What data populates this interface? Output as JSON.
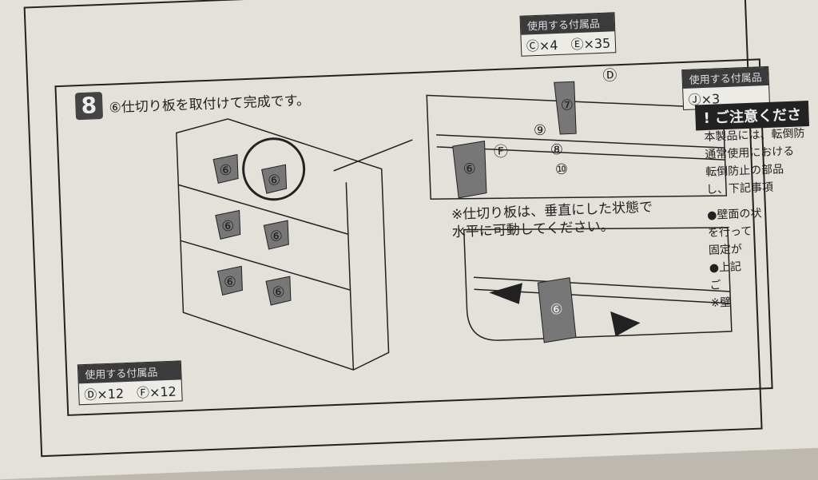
{
  "top_parts": {
    "header": "使用する付属品",
    "items": "Ⓒ×4　Ⓔ×35"
  },
  "step": {
    "number": "8",
    "title": "⑥仕切り板を取付けて完成です。",
    "callouts": [
      "⑥",
      "⑥",
      "⑥",
      "⑥",
      "⑥",
      "⑥"
    ],
    "detail_labels": {
      "d": "Ⓓ",
      "seven": "⑦",
      "nine": "⑨",
      "f": "Ⓕ",
      "eight": "⑧",
      "six": "⑥",
      "ten": "⑩"
    },
    "note_line1": "※仕切り板は、垂直にした状態で",
    "note_line2": "水平に可動してください。",
    "slide_label": "⑥",
    "parts": {
      "header": "使用する付属品",
      "items": "Ⓓ×12　Ⓕ×12"
    }
  },
  "side": {
    "parts": {
      "header": "使用する付属品",
      "items": "Ⓙ×3"
    },
    "caution_title": "! ご注意くださ",
    "caution_lines": [
      "本製品には、転倒防",
      "通常使用における",
      "転倒防止の部品",
      "し、下記事項"
    ],
    "bullets": [
      "●壁面の状",
      "を行って",
      "固定が",
      "●上記",
      "ご",
      "※壁"
    ]
  }
}
